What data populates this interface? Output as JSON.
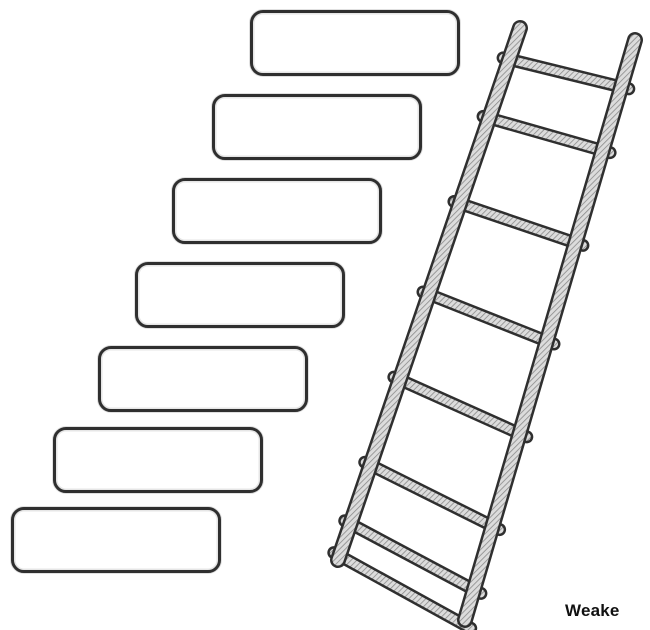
{
  "labels": {
    "bottom_right": "Weake"
  },
  "ladder": {
    "rung_count": 8
  },
  "boxes": {
    "count": 7
  },
  "colors": {
    "outline": "#2f2f2f",
    "hatch": "#9a9a9a",
    "background": "#ffffff"
  }
}
